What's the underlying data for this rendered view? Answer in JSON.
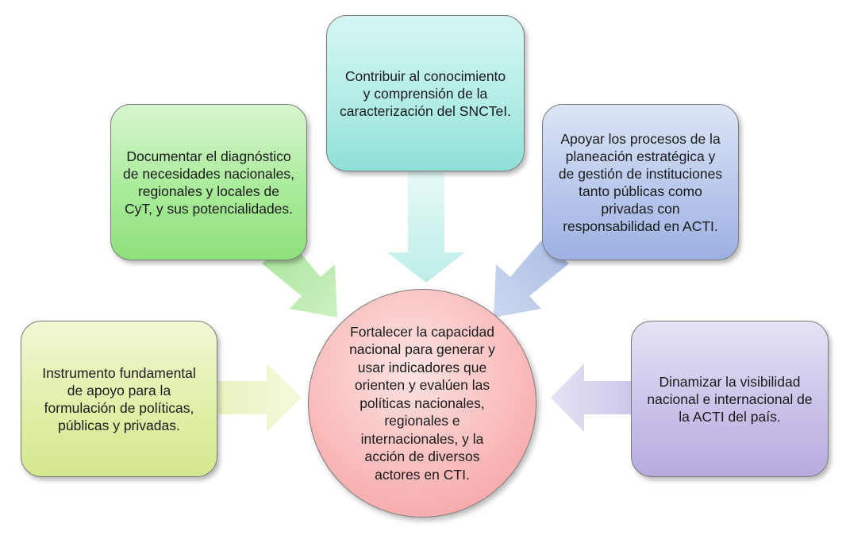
{
  "diagram": {
    "center": "Fortalecer la capacidad\nnacional para generar y\nusar indicadores que\norienten y evalúen las\npolíticas nacionales,\nregionales e\ninternacionales, y la\nacción de diversos\nactores en CTI.",
    "top": "Contribuir al conocimiento\ny comprensión de la\ncaracterización del SNCTeI.",
    "top_left": "Documentar el diagnóstico\nde necesidades nacionales,\nregionales y locales de\nCyT, y sus potencialidades.",
    "top_right": "Apoyar los procesos de la\nplaneación estratégica y\nde gestión de instituciones\ntanto públicas como\nprivadas con\nresponsabilidad en ACTI.",
    "left": "Instrumento fundamental\nde apoyo para la\nformulación de políticas,\npúblicas y privadas.",
    "right": "Dinamizar la visibilidad\nnacional e internacional de\nla ACTI del país."
  },
  "colors": {
    "top": "#b3ede6",
    "top_left": "#a9eb9a",
    "top_right": "#b9c8ec",
    "left": "#e0f0a8",
    "right": "#cbc2ea",
    "center": "#f9b8b8"
  }
}
